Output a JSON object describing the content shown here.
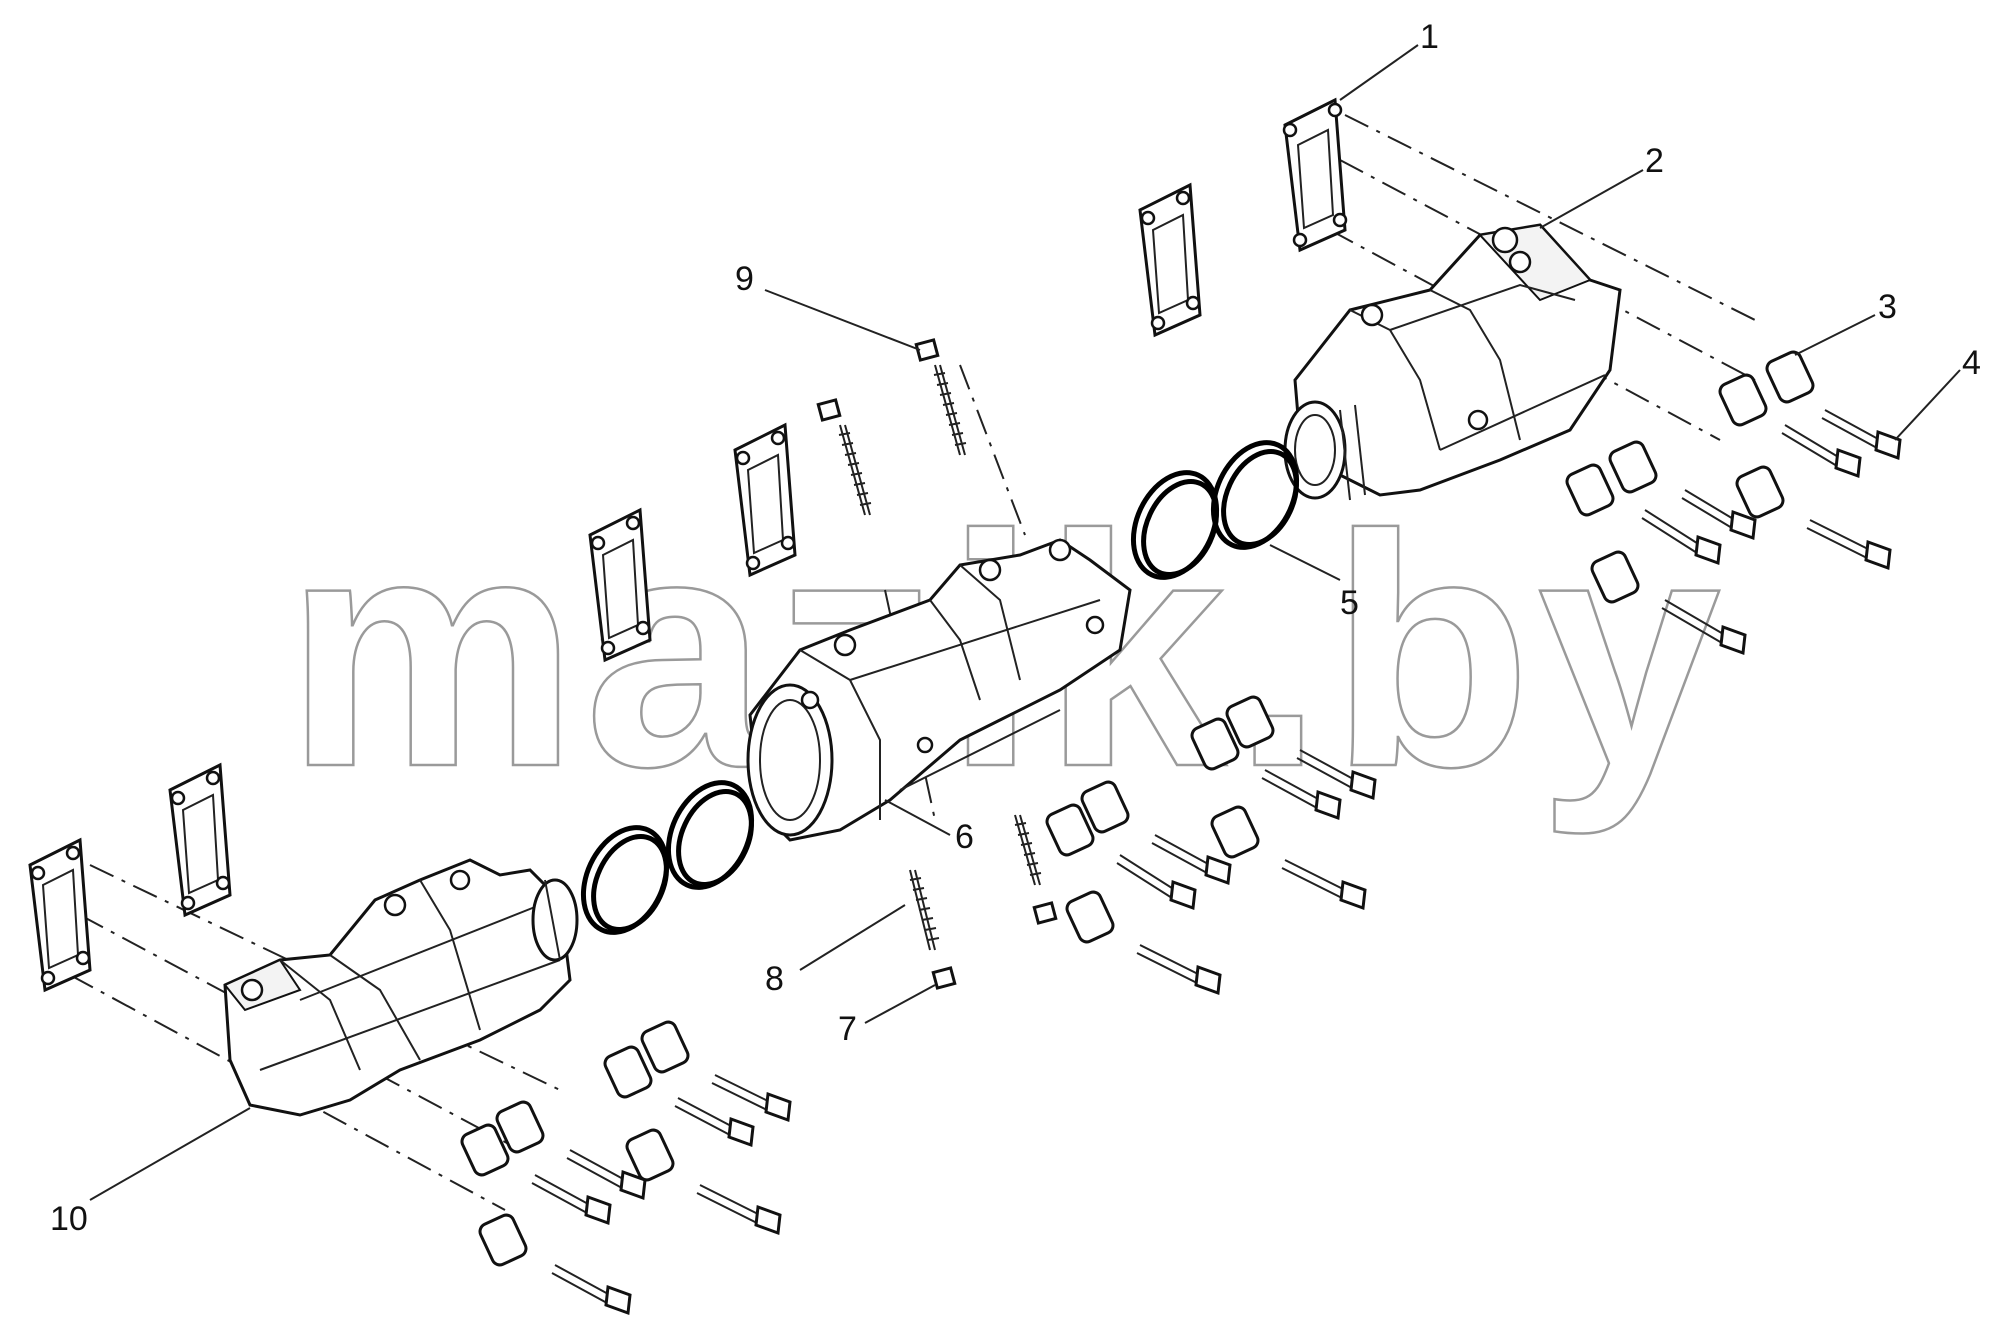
{
  "watermark": "mazik.by",
  "callouts": [
    {
      "id": "1",
      "label": "1"
    },
    {
      "id": "2",
      "label": "2"
    },
    {
      "id": "3",
      "label": "3"
    },
    {
      "id": "4",
      "label": "4"
    },
    {
      "id": "5",
      "label": "5"
    },
    {
      "id": "6",
      "label": "6"
    },
    {
      "id": "7",
      "label": "7"
    },
    {
      "id": "8",
      "label": "8"
    },
    {
      "id": "9",
      "label": "9"
    },
    {
      "id": "10",
      "label": "10"
    }
  ]
}
